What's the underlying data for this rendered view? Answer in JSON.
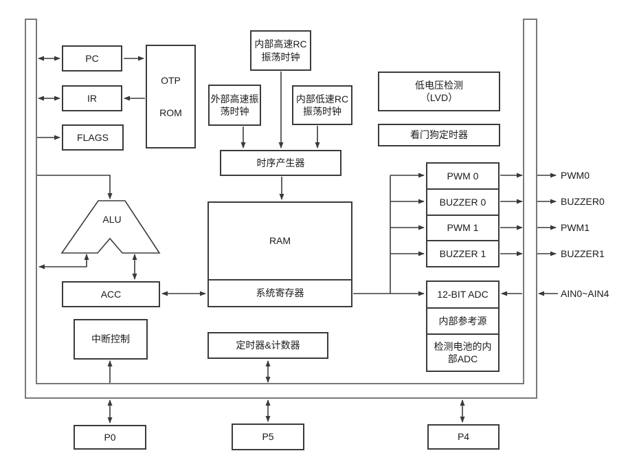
{
  "blocks": {
    "pc": "PC",
    "ir": "IR",
    "flags": "FLAGS",
    "otp_rom": [
      "OTP",
      "ROM"
    ],
    "int_hs_rc_clock": [
      "内部高速RC",
      "振荡时钟"
    ],
    "ext_hs_osc_clock": [
      "外部高速振",
      "荡时钟"
    ],
    "int_ls_rc_clock": [
      "内部低速RC",
      "振荡时钟"
    ],
    "timing_generator": "时序产生器",
    "lvd": [
      "低电压检测",
      "（LVD）"
    ],
    "watchdog_timer": "看门狗定时器",
    "alu": "ALU",
    "acc": "ACC",
    "ram": "RAM",
    "system_registers": "系统寄存器",
    "pwm0": "PWM 0",
    "buzzer0": "BUZZER 0",
    "pwm1": "PWM 1",
    "buzzer1": "BUZZER 1",
    "adc_12bit": "12-BIT ADC",
    "internal_reference": "内部参考源",
    "battery_adc": [
      "检测电池的内",
      "部ADC"
    ],
    "interrupt_control": "中断控制",
    "timer_counter": "定时器&计数器",
    "port_p0": "P0",
    "port_p5": "P5",
    "port_p4": "P4"
  },
  "pins": {
    "pwm0": "PWM0",
    "buzzer0": "BUZZER0",
    "pwm1": "PWM1",
    "buzzer1": "BUZZER1",
    "ain": "AIN0~AIN4"
  },
  "colors": {
    "background": "#ffffff",
    "wire": "#3a3a3a",
    "frame": "#787878",
    "box_border": "#3a3a3a",
    "text": "#1a1a1a"
  }
}
